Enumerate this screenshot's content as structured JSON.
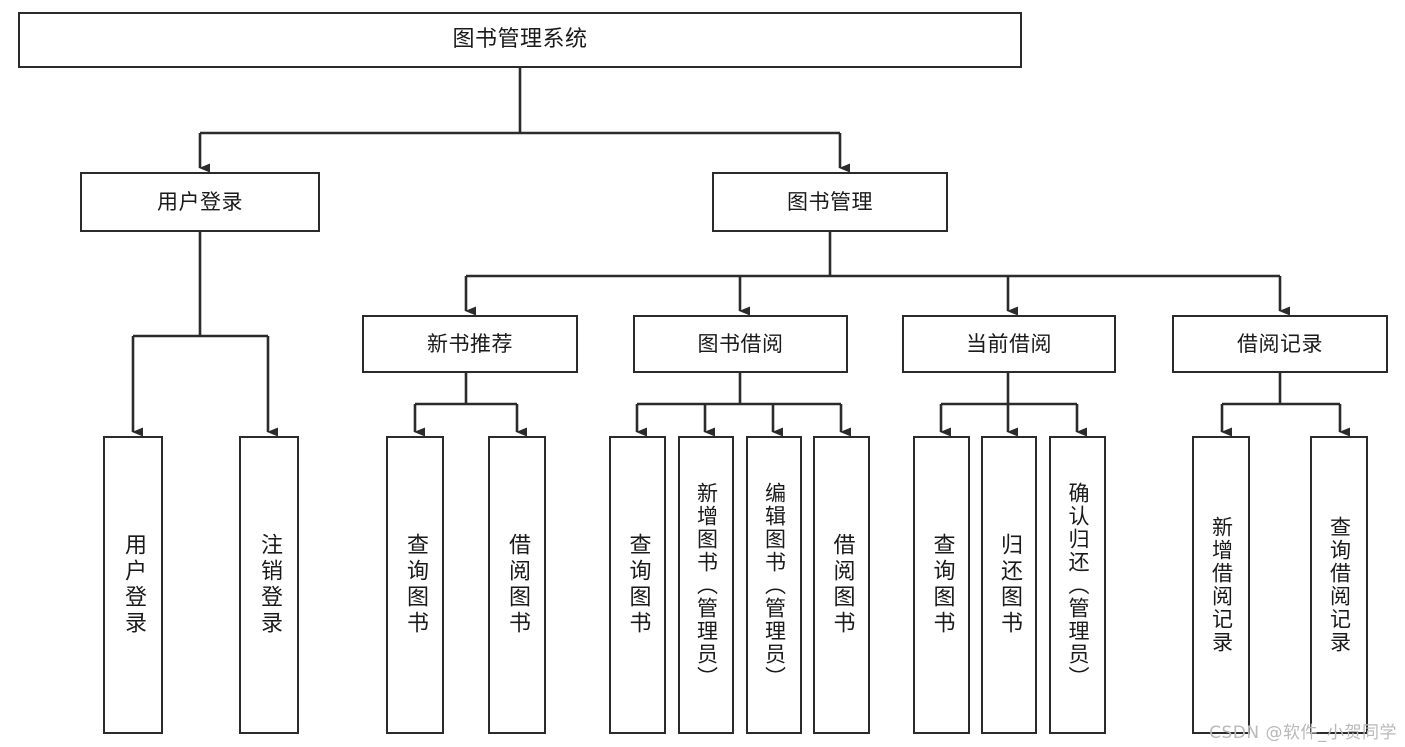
{
  "diagram": {
    "title": "图书管理系统",
    "type": "hierarchy-tree",
    "watermark": "CSDN @软件_小贺同学",
    "colors": {
      "background": "#ffffff",
      "box_border": "#2b2b2b",
      "box_fill": "#ffffff",
      "connector": "#2b2b2b",
      "text": "#1a1a1a",
      "watermark": "#b9b9b9"
    },
    "levels": {
      "root": {
        "label": "图书管理系统"
      },
      "level2": [
        {
          "id": "user-login",
          "label": "用户登录"
        },
        {
          "id": "book-manage",
          "label": "图书管理"
        }
      ],
      "level3": [
        {
          "id": "new-book-rec",
          "label": "新书推荐",
          "parent": "book-manage"
        },
        {
          "id": "book-borrow",
          "label": "图书借阅",
          "parent": "book-manage"
        },
        {
          "id": "current-borrow",
          "label": "当前借阅",
          "parent": "book-manage"
        },
        {
          "id": "borrow-record",
          "label": "借阅记录",
          "parent": "book-manage"
        }
      ],
      "leaves": [
        {
          "id": "leaf-user-login",
          "label": "用户登录",
          "parent": "user-login"
        },
        {
          "id": "leaf-user-logout",
          "label": "注销登录",
          "parent": "user-login"
        },
        {
          "id": "leaf-query-book-1",
          "label": "查询图书",
          "parent": "new-book-rec"
        },
        {
          "id": "leaf-borrow-book-1",
          "label": "借阅图书",
          "parent": "new-book-rec"
        },
        {
          "id": "leaf-query-book-2",
          "label": "查询图书",
          "parent": "book-borrow"
        },
        {
          "id": "leaf-add-book",
          "label": "新增图书（管理员）",
          "parent": "book-borrow"
        },
        {
          "id": "leaf-edit-book",
          "label": "编辑图书（管理员）",
          "parent": "book-borrow"
        },
        {
          "id": "leaf-borrow-book-2",
          "label": "借阅图书",
          "parent": "book-borrow"
        },
        {
          "id": "leaf-query-book-3",
          "label": "查询图书",
          "parent": "current-borrow"
        },
        {
          "id": "leaf-return-book",
          "label": "归还图书",
          "parent": "current-borrow"
        },
        {
          "id": "leaf-confirm-return",
          "label": "确认归还（管理员）",
          "parent": "current-borrow"
        },
        {
          "id": "leaf-add-record",
          "label": "新增借阅记录",
          "parent": "borrow-record"
        },
        {
          "id": "leaf-query-record",
          "label": "查询借阅记录",
          "parent": "borrow-record"
        }
      ]
    }
  }
}
